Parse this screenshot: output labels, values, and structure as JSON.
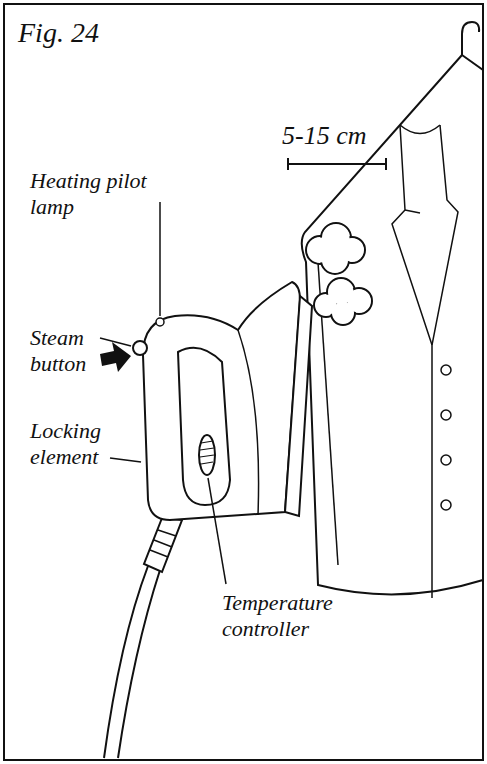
{
  "diagram": {
    "title": "Fig. 24",
    "labels": [
      "5-15 cm",
      "Heating pilot lamp",
      "Steam button",
      "Locking element",
      "Temperature controller"
    ]
  }
}
